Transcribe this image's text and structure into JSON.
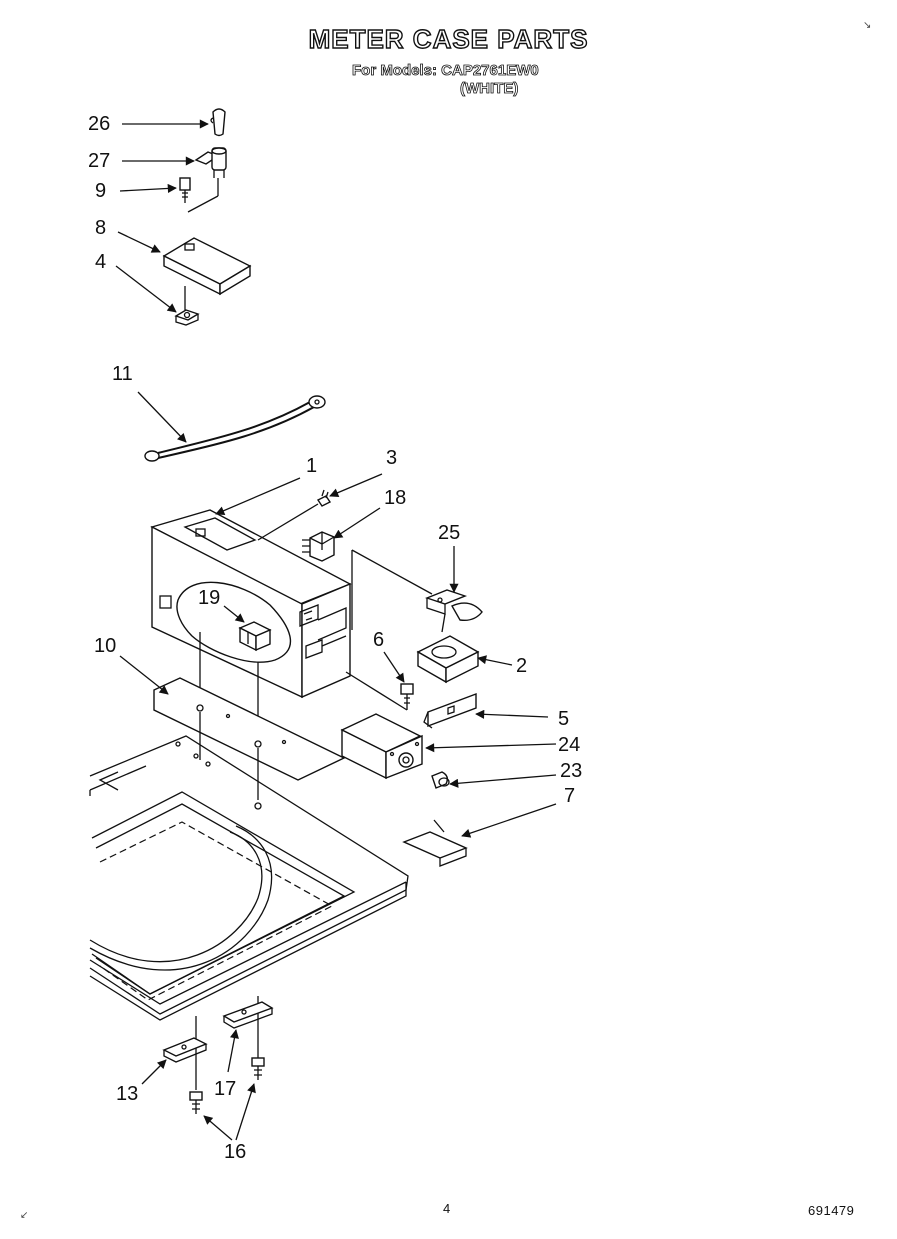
{
  "header": {
    "title": "METER CASE PARTS",
    "models_line": "For Models: CAP2761EW0",
    "variant": "(WHITE)"
  },
  "callouts": {
    "c26": "26",
    "c27": "27",
    "c9": "9",
    "c8": "8",
    "c4": "4",
    "c11": "11",
    "c1": "1",
    "c3": "3",
    "c18": "18",
    "c25": "25",
    "c19": "19",
    "c10": "10",
    "c6": "6",
    "c2": "2",
    "c5": "5",
    "c24": "24",
    "c23": "23",
    "c7": "7",
    "c13": "13",
    "c17": "17",
    "c16": "16"
  },
  "footer": {
    "page_number": "4",
    "document_number": "691479"
  },
  "icons": [
    "arrow-icon",
    "corner-tick-icon"
  ]
}
